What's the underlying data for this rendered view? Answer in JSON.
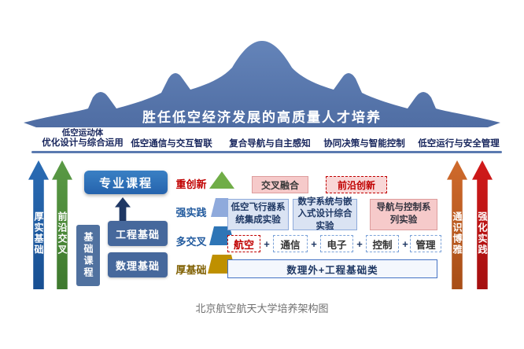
{
  "banner": {
    "title": "胜任低空经济发展的高质量人才培养"
  },
  "domains": [
    {
      "top": "低空运动体",
      "main": "优化设计与综合运用"
    },
    {
      "main": "低空通信与交互智联"
    },
    {
      "main": "复合导航与自主感知"
    },
    {
      "main": "协同决策与智能控制"
    },
    {
      "main": "低空运行与安全管理"
    }
  ],
  "left_arrows": [
    {
      "label": "厚实基础"
    },
    {
      "label": "前沿交叉"
    }
  ],
  "right_arrows": [
    {
      "label": "通识博雅"
    },
    {
      "label": "强化实践"
    }
  ],
  "courses": {
    "professional": "专业课程",
    "basic": "基础课程",
    "engineering": "工程基础",
    "math": "数理基础"
  },
  "traits": [
    {
      "label": "重创新"
    },
    {
      "label": "强实践"
    },
    {
      "label": "多交叉"
    },
    {
      "label": "厚基础"
    }
  ],
  "modules": {
    "fusion": "交叉融合",
    "frontier": "前沿创新",
    "exp1": "低空飞行器系统集成实验",
    "exp2": "数字系统与嵌入式设计综合实验",
    "exp3": "导航与控制系列实验",
    "disciplines": {
      "primary": "航空",
      "others": [
        "通信",
        "电子",
        "控制",
        "管理"
      ],
      "plus": "+"
    },
    "foundation_row": "数理外+工程基础类"
  },
  "caption": "北京航空航天大学培养架构图",
  "colors": {
    "silhouette": "#5b7ab0",
    "navy_text": "#17255c",
    "blue_arrow": "#1b5ea6",
    "green_arrow": "#4d8b3d",
    "orange_arrow": "#bf5b21",
    "red_arrow": "#c00000",
    "pink_fill": "#f6caca",
    "blue_fill": "#dae3f3",
    "accent_red": "#c00000",
    "accent_blue": "#2e75b6",
    "gold": "#bf9000"
  }
}
